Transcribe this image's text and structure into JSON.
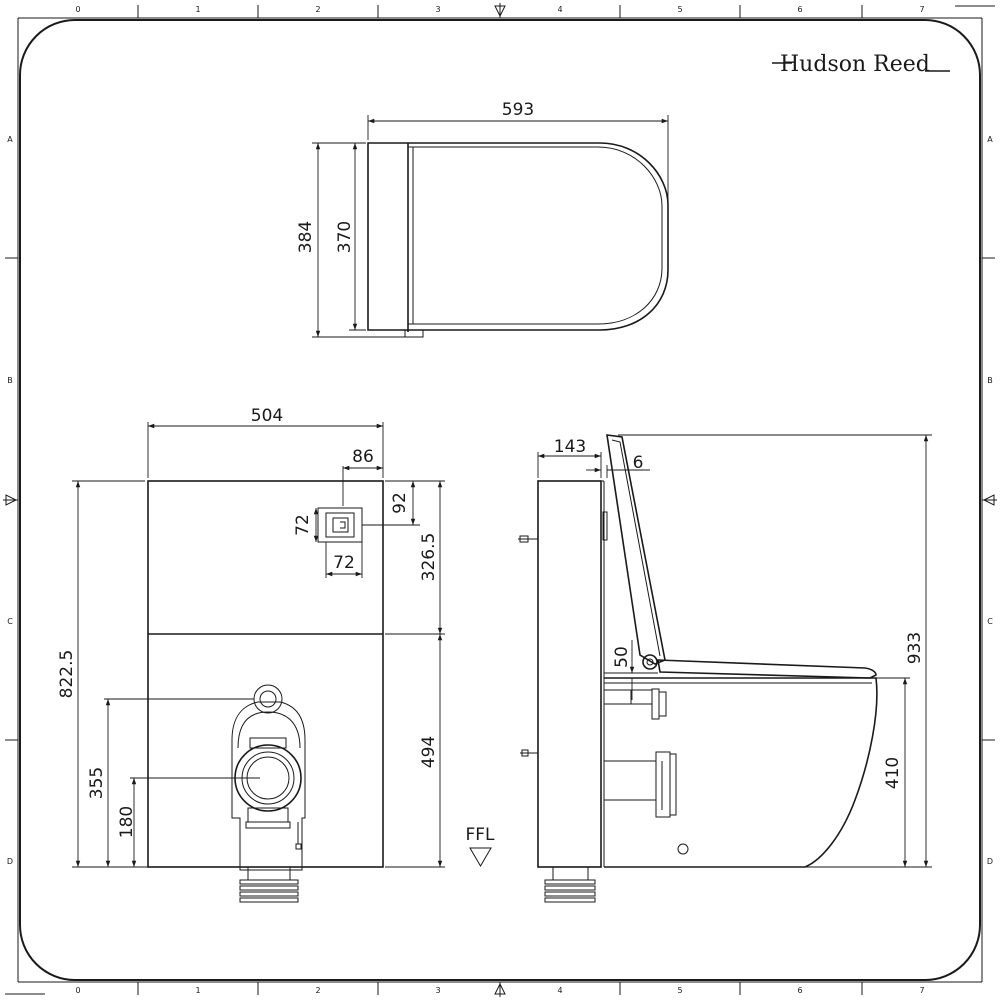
{
  "brand": {
    "name": "Hudson Reed"
  },
  "grid": {
    "columns": [
      "0",
      "1",
      "2",
      "3",
      "4",
      "5",
      "6",
      "7"
    ],
    "rows": [
      "A",
      "B",
      "C",
      "D"
    ]
  },
  "views": {
    "top": {
      "width": "593",
      "depth_outer": "384",
      "depth_seat": "370"
    },
    "front": {
      "width": "504",
      "button_offset": "86",
      "button_top": "92",
      "button_h": "72",
      "button_w": "72",
      "panel_upper": "326.5",
      "panel_lower": "494",
      "total_height": "822.5",
      "inlet_height": "355",
      "outlet_height": "180",
      "floor_label": "FFL"
    },
    "side": {
      "depth": "143",
      "gap": "6",
      "hinge": "50",
      "overall_height": "933",
      "seat_height": "410"
    }
  }
}
